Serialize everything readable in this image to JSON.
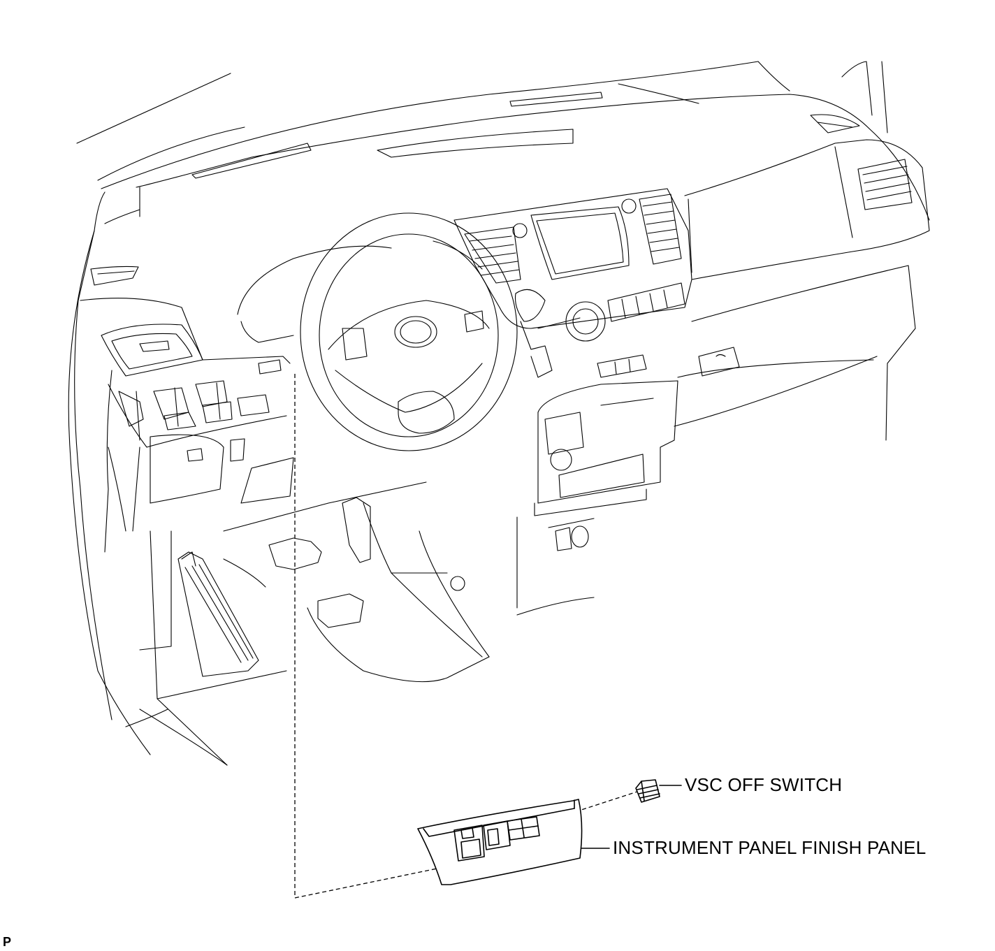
{
  "labels": {
    "vsc_off_switch": "VSC OFF SWITCH",
    "instrument_panel_finish_panel": "INSTRUMENT PANEL FINISH PANEL"
  },
  "corner_mark": "P",
  "colors": {
    "line": "#000000",
    "background": "#ffffff"
  }
}
